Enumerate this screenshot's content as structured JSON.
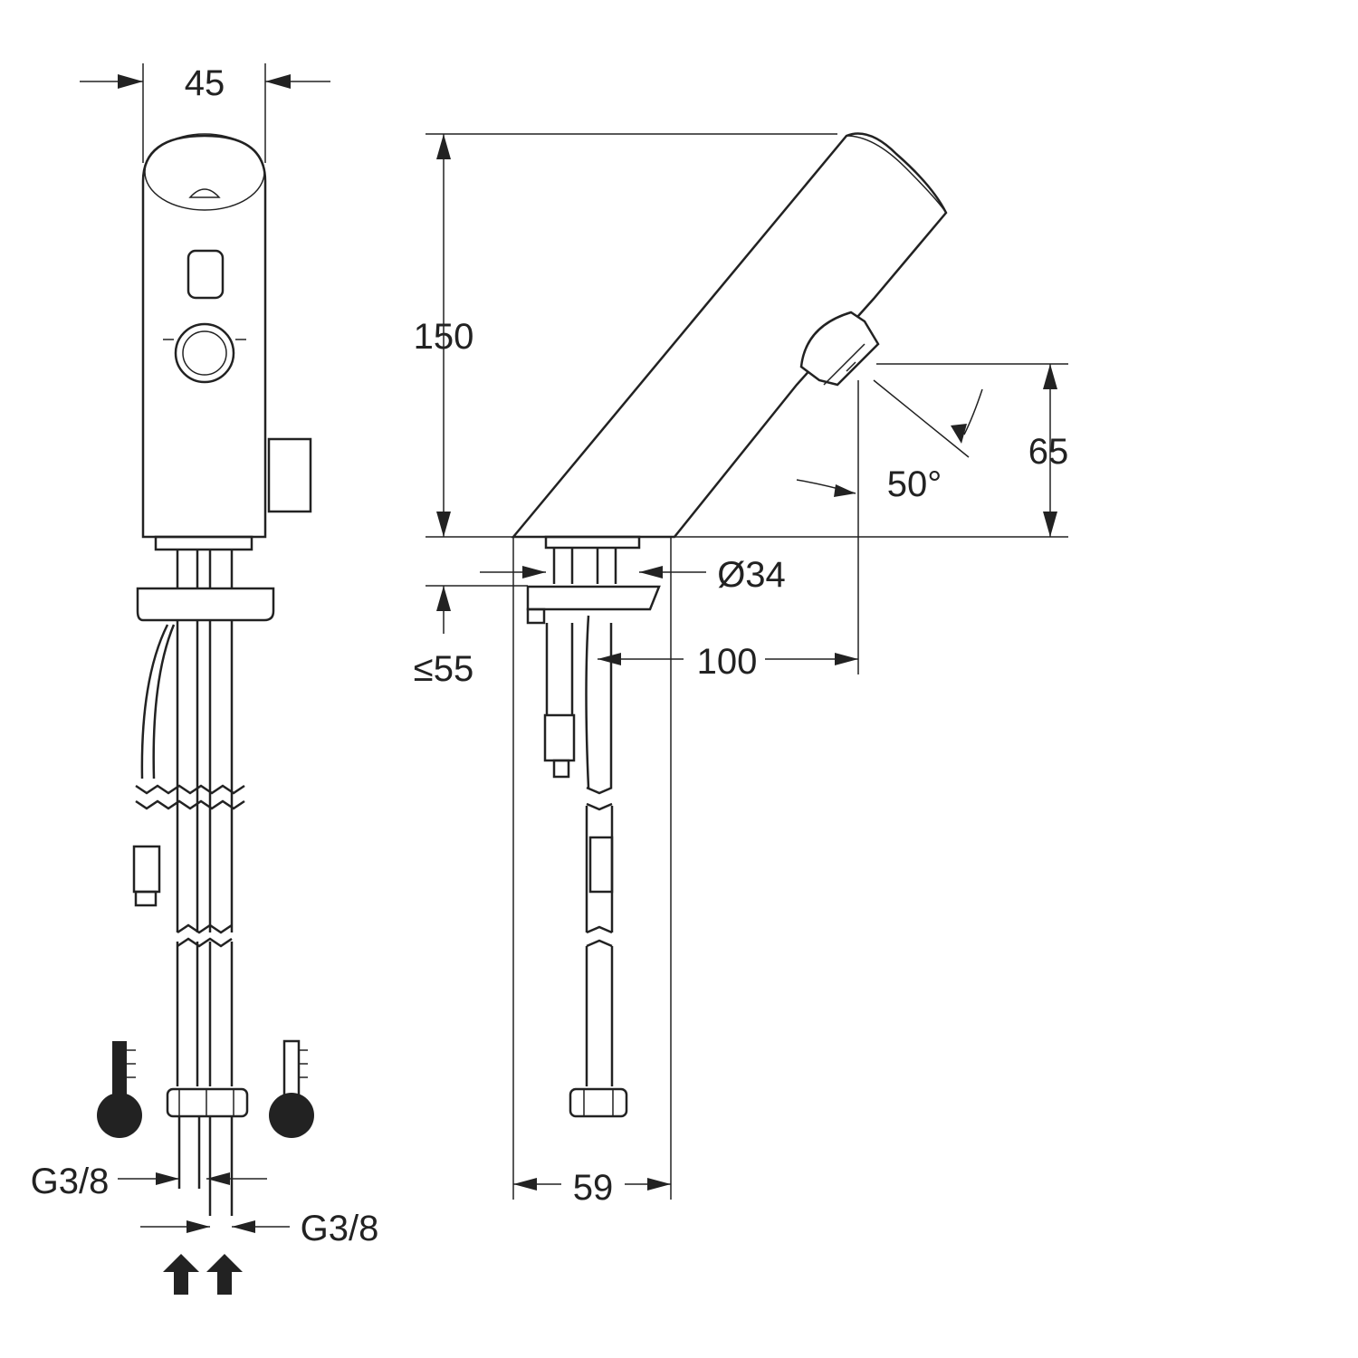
{
  "title": "Sensor faucet dimension drawing",
  "dimensions": {
    "width_front": "45",
    "height": "150",
    "spout_height": "65",
    "angle": "50°",
    "diameter": "Ø34",
    "max_thickness": "≤55",
    "projection": "100",
    "base_depth": "59",
    "thread_hot": "G3/8",
    "thread_cold": "G3/8"
  },
  "icons": [
    "hot-thermometer-icon",
    "cold-thermometer-icon",
    "inlet-arrow-icon"
  ],
  "colors": {
    "line": "#222222",
    "background": "#ffffff"
  }
}
